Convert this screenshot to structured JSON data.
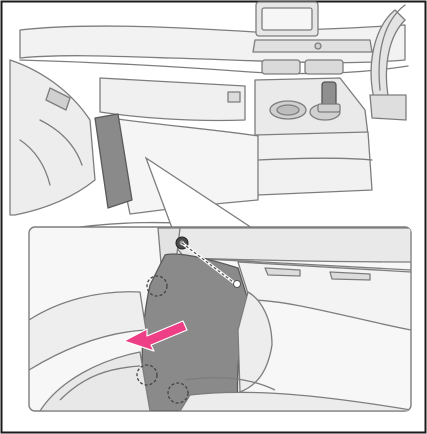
{
  "figure": {
    "colors": {
      "frame": "#1a1a1a",
      "line": "#7d7d7d",
      "light_fill": "#eeeeee",
      "mid_fill": "#d6d6d6",
      "dark_panel": "#8a8a8a",
      "arrow": "#ee3f86"
    },
    "icons": [
      "steering-wheel",
      "cup-holder",
      "glove-box",
      "side-trim-panel",
      "clip-marker",
      "removal-arrow"
    ]
  }
}
